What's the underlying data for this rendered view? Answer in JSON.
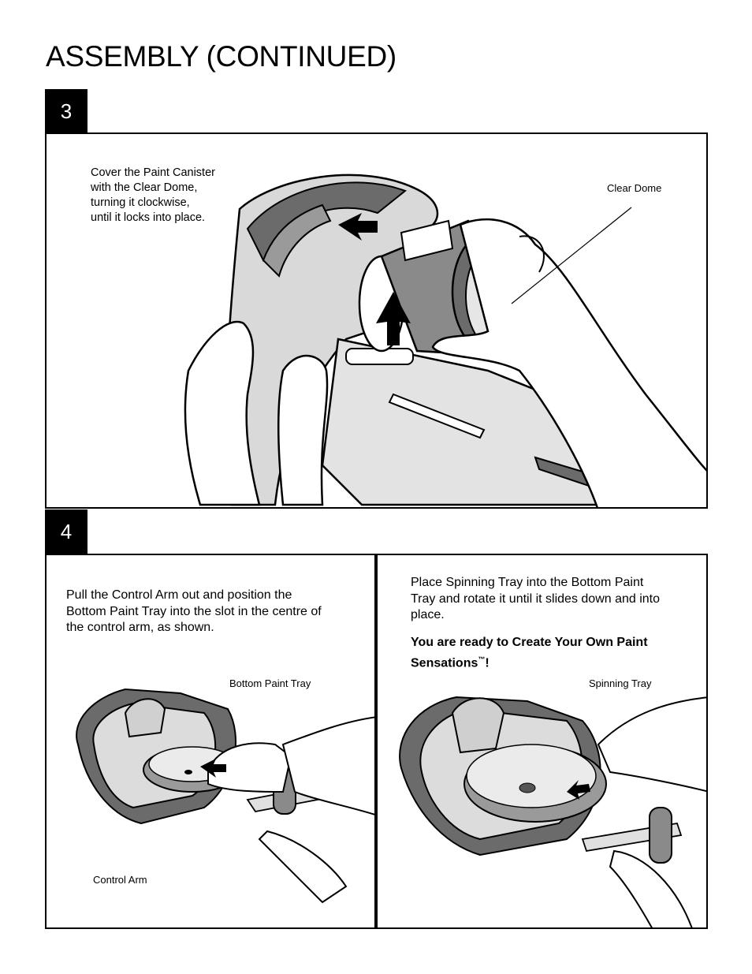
{
  "page": {
    "title": "ASSEMBLY (CONTINUED)"
  },
  "step3": {
    "number": "3",
    "instruction_lines": [
      "Cover the Paint Canister",
      "with the Clear Dome,",
      "turning it clockwise,",
      "until it locks into place."
    ],
    "callout_clear_dome": "Clear Dome"
  },
  "step4": {
    "number": "4",
    "left": {
      "instruction_lines": [
        "Pull the Control Arm out and position the",
        "Bottom Paint Tray into the slot in the centre of",
        "the control arm, as shown."
      ],
      "callout_bottom_tray": "Bottom Paint Tray",
      "callout_control_arm": "Control Arm"
    },
    "right": {
      "instruction_lines": [
        "Place Spinning Tray into the Bottom Paint",
        "Tray and rotate it until it slides down and into",
        "place."
      ],
      "bold_line1": "You are ready to Create Your Own Paint",
      "bold_line2": "Sensations",
      "trademark": "™",
      "bold_end": "!",
      "callout_spinning_tray": "Spinning Tray"
    }
  },
  "colors": {
    "dark_gray": "#6b6b6b",
    "light_gray": "#d9d9d9",
    "mid_gray": "#9a9a9a"
  }
}
